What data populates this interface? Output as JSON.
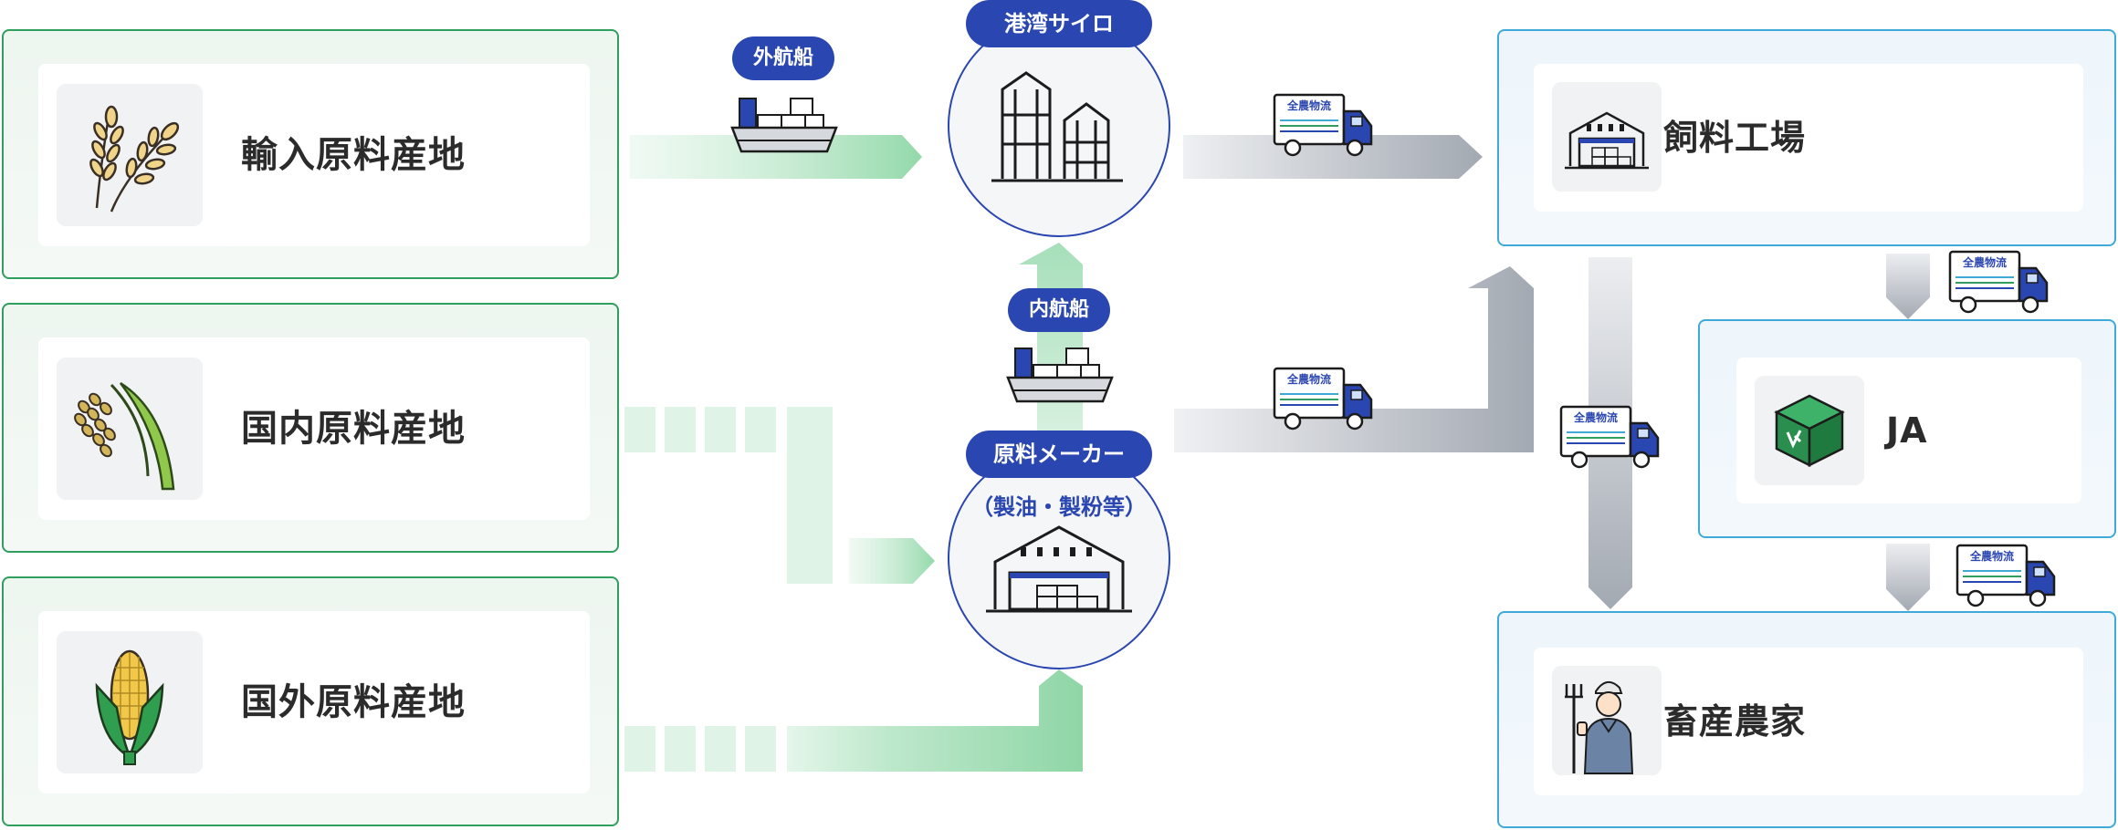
{
  "sources": [
    {
      "label": "輸入原料産地",
      "icon": "wheat-icon"
    },
    {
      "label": "国内原料産地",
      "icon": "rice-icon"
    },
    {
      "label": "国外原料産地",
      "icon": "corn-icon"
    }
  ],
  "hubs": {
    "silo": {
      "title": "港湾サイロ",
      "icon": "silo-icon"
    },
    "maker": {
      "title": "原料メーカー",
      "subtitle": "（製油・製粉等）",
      "icon": "factory-icon"
    }
  },
  "transport": {
    "ocean_ship": "外航船",
    "coastal_ship": "内航船",
    "truck_text": "全農物流"
  },
  "destinations": [
    {
      "label": "飼料工場",
      "icon": "feed-factory-icon"
    },
    {
      "label": "JA",
      "icon": "ja-cube-icon"
    },
    {
      "label": "畜産農家",
      "icon": "farmer-icon"
    }
  ],
  "colors": {
    "accent_blue": "#2a46b0",
    "green_flow": "#8fd6a6",
    "gray_flow": "#a5abb3",
    "source_border": "#2f9e5e",
    "dest_border": "#3fa9d8"
  }
}
